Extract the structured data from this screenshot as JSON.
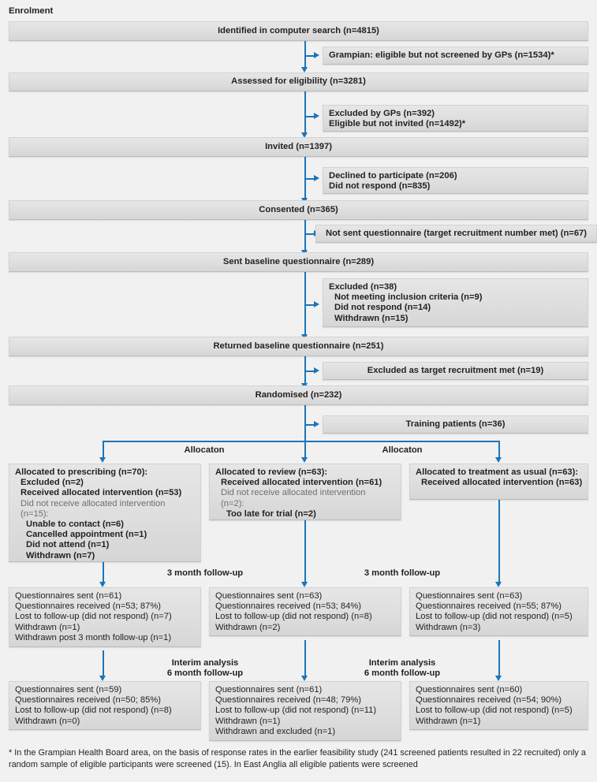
{
  "theme": {
    "page_bg": "#f1f1f1",
    "box_fill": "#dedede",
    "connector": "#1b75bb",
    "text": "#231f20",
    "muted_text": "#6f6f6f"
  },
  "top_label": "Enrolment",
  "main_flow": [
    {
      "id": "identified",
      "text": "Identified in computer search (n=4815)"
    },
    {
      "id": "assessed",
      "text": "Assessed for eligibility (n=3281)"
    },
    {
      "id": "invited",
      "text": "Invited (n=1397)"
    },
    {
      "id": "consented",
      "text": "Consented (n=365)"
    },
    {
      "id": "sent-baseline",
      "text": "Sent baseline questionnaire (n=289)"
    },
    {
      "id": "returned-baseline",
      "text": "Returned baseline questionnaire (n=251)"
    },
    {
      "id": "randomised",
      "text": "Randomised (n=232)"
    }
  ],
  "exclusion_boxes": [
    {
      "id": "grampian",
      "lines": [
        "Grampian: eligible but not screened by GPs (n=1534)*"
      ]
    },
    {
      "id": "excluded-gps",
      "lines": [
        "Excluded by GPs (n=392)",
        "Eligible but not invited (n=1492)*"
      ]
    },
    {
      "id": "declined",
      "lines": [
        "Declined to participate (n=206)",
        "Did not respond (n=835)"
      ]
    },
    {
      "id": "not-sent",
      "lines": [
        "Not sent questionnaire (target recruitment number met) (n=67)"
      ]
    },
    {
      "id": "excluded-38",
      "lines": [
        "Excluded (n=38)",
        "Not meeting inclusion criteria (n=9)",
        "Did not respond (n=14)",
        "Withdrawn (n=15)"
      ]
    },
    {
      "id": "excluded-target",
      "lines": [
        "Excluded as target recruitment met (n=19)"
      ]
    },
    {
      "id": "training",
      "lines": [
        "Training patients (n=36)"
      ]
    }
  ],
  "allocation_label_left": "Allocaton",
  "allocation_label_right": "Allocaton",
  "allocation": [
    {
      "id": "alloc-prescribing",
      "lines": [
        {
          "t": "Allocated to prescribing (n=70):",
          "style": "b"
        },
        {
          "t": "Excluded (n=2)",
          "style": "b i1"
        },
        {
          "t": "Received allocated intervention (n=53)",
          "style": "b i1"
        },
        {
          "t": "Did not receive allocated intervention",
          "style": "g i1"
        },
        {
          "t": "(n=15):",
          "style": "g i1"
        },
        {
          "t": "Unable to contact (n=6)",
          "style": "b i2"
        },
        {
          "t": "Cancelled appointment (n=1)",
          "style": "b i2"
        },
        {
          "t": "Did not attend (n=1)",
          "style": "b i2"
        },
        {
          "t": "Withdrawn (n=7)",
          "style": "b i2"
        }
      ]
    },
    {
      "id": "alloc-review",
      "lines": [
        {
          "t": "Allocated to review (n=63):",
          "style": "b"
        },
        {
          "t": "Received allocated intervention (n=61)",
          "style": "b i1"
        },
        {
          "t": "Did not receive allocated intervention",
          "style": "g i1"
        },
        {
          "t": "(n=2):",
          "style": "g i1"
        },
        {
          "t": "Too late for trial (n=2)",
          "style": "b i2"
        }
      ]
    },
    {
      "id": "alloc-treatment-as-usual",
      "lines": [
        {
          "t": "Allocated to treatment as usual (n=63):",
          "style": "b"
        },
        {
          "t": "Received allocated intervention (n=63)",
          "style": "b i1"
        }
      ]
    }
  ],
  "followup_3m_label_left": "3 month follow-up",
  "followup_3m_label_right": "3 month follow-up",
  "followup_3m": [
    {
      "id": "fu3-prescribing",
      "lines": [
        "Questionnaires sent (n=61)",
        "Questionnaires received (n=53; 87%)",
        "Lost to follow-up (did not respond) (n=7)",
        "Withdrawn (n=1)",
        "Withdrawn post 3 month follow-up (n=1)"
      ]
    },
    {
      "id": "fu3-review",
      "lines": [
        "Questionnaires sent (n=63)",
        "Questionnaires received (n=53; 84%)",
        "Lost to follow-up (did not respond) (n=8)",
        "Withdrawn (n=2)"
      ]
    },
    {
      "id": "fu3-treatment-as-usual",
      "lines": [
        "Questionnaires sent (n=63)",
        "Questionnaires received (n=55; 87%)",
        "Lost to follow-up (did not respond) (n=5)",
        "Withdrawn (n=3)"
      ]
    }
  ],
  "interim_label_left_line1": "Interim analysis",
  "interim_label_left_line2": "6 month follow-up",
  "interim_label_right_line1": "Interim analysis",
  "interim_label_right_line2": "6 month follow-up",
  "followup_6m": [
    {
      "id": "fu6-prescribing",
      "lines": [
        "Questionnaires sent (n=59)",
        "Questionnaires received (n=50; 85%)",
        "Lost to follow-up (did not respond) (n=8)",
        "Withdrawn (n=0)"
      ]
    },
    {
      "id": "fu6-review",
      "lines": [
        "Questionnaires sent (n=61)",
        "Questionnaires received (n=48; 79%)",
        "Lost to follow-up (did not respond) (n=11)",
        "Withdrawn (n=1)",
        "Withdrawn and excluded (n=1)"
      ]
    },
    {
      "id": "fu6-treatment-as-usual",
      "lines": [
        "Questionnaires sent (n=60)",
        "Questionnaires received (n=54; 90%)",
        "Lost to follow-up (did not respond) (n=5)",
        "Withdrawn (n=1)"
      ]
    }
  ],
  "footnote": "* In the Grampian Health Board area, on the basis of response rates in the earlier feasibility study (241 screened patients resulted in 22 recruited) only a random sample of eligible participants were screened (15). In East Anglia all eligible patients were screened"
}
